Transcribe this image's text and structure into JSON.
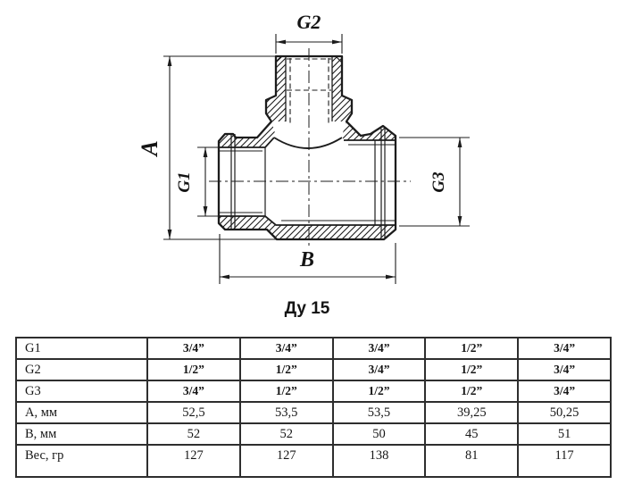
{
  "drawing": {
    "caption": "Ду 15",
    "dim_labels": {
      "a": "A",
      "b": "B",
      "g1": "G1",
      "g2": "G2",
      "g3": "G3"
    }
  },
  "colors": {
    "line": "#1c1c1c",
    "background": "#ffffff",
    "table_border": "#2e2e2e",
    "text": "#161616"
  },
  "table": {
    "rows": [
      {
        "label": "G1",
        "values": [
          "3/4”",
          "3/4”",
          "3/4”",
          "1/2”",
          "3/4”"
        ]
      },
      {
        "label": "G2",
        "values": [
          "1/2”",
          "1/2”",
          "3/4”",
          "1/2”",
          "3/4”"
        ]
      },
      {
        "label": "G3",
        "values": [
          "3/4”",
          "1/2”",
          "1/2”",
          "1/2”",
          "3/4”"
        ]
      },
      {
        "label": "А, мм",
        "values": [
          "52,5",
          "53,5",
          "53,5",
          "39,25",
          "50,25"
        ]
      },
      {
        "label": "В, мм",
        "values": [
          "52",
          "52",
          "50",
          "45",
          "51"
        ]
      },
      {
        "label": "Вес, гр",
        "values": [
          "127",
          "127",
          "138",
          "81",
          "117"
        ]
      }
    ]
  }
}
